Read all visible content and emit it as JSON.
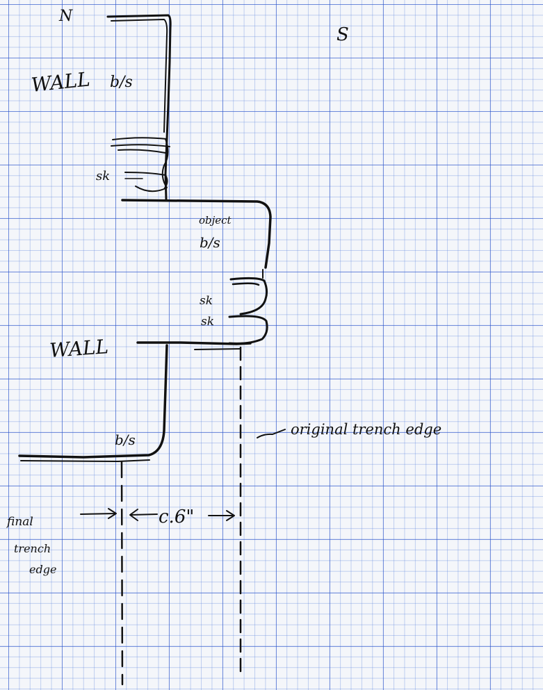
{
  "diagram": {
    "labels": {
      "north": "N",
      "south": "S",
      "wall_top": "WALL",
      "bs_top": "b/s",
      "sk_top": "sk",
      "object": "object",
      "bs_object": "b/s",
      "sk_object_1": "sk",
      "sk_object_2": "sk",
      "wall_middle": "WALL",
      "bs_bottom": "b/s",
      "original_trench_edge": "original trench edge",
      "final_trench_edge_line1": "final",
      "final_trench_edge_line2": "trench",
      "final_trench_edge_line3": "edge",
      "distance": "c.6\""
    }
  }
}
